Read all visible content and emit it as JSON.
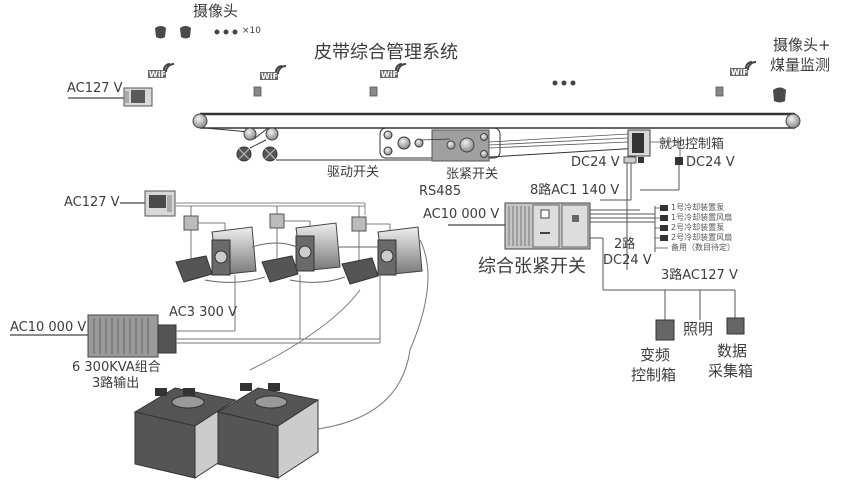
{
  "title": "皮带综合管理系统",
  "cameras": {
    "label": "摄像头",
    "count_label": "×10",
    "ellipsis": "•••"
  },
  "camera_coal": {
    "line1": "摄像头+",
    "line2": "煤量监测"
  },
  "belt": {
    "ellipsis": "•••",
    "drive_switch_label": "驱动开关",
    "tension_switch_label": "张紧开关",
    "rs485_label": "RS485"
  },
  "power_top": {
    "ac127_label": "AC127 V"
  },
  "local_control": {
    "label": "就地控制箱",
    "dc24_left": "DC24 V",
    "dc24_right": "DC24 V"
  },
  "drive_row": {
    "ac127_label": "AC127 V"
  },
  "tension_switch_box": {
    "title": "综合张紧开关",
    "ac10000_label": "AC10 000 V",
    "ac1140_label": "8路AC1 140 V",
    "dc24_line1": "2路",
    "dc24_line2": "DC24 V",
    "outputs": [
      "1号冷却装置泵",
      "1号冷却装置风扇",
      "2号冷却装置泵",
      "2号冷却装置风扇",
      "备用（数目待定）"
    ]
  },
  "branch_ac127": {
    "label": "3路AC127 V",
    "lighting_label": "照明",
    "vfd_box_line1": "变频",
    "vfd_box_line2": "控制箱",
    "data_box_line1": "数据",
    "data_box_line2": "采集箱"
  },
  "transformer": {
    "ac10000_label": "AC10 000 V",
    "ac3300_label": "AC3 300 V",
    "desc_line1": "6 300KVA组合",
    "desc_line2": "3路输出"
  },
  "colors": {
    "line": "#3a3a3a",
    "device_dark": "#4a4a4a",
    "device_mid": "#8a8a8a",
    "device_light": "#d6d6d6",
    "text": "#3c3c3c"
  }
}
